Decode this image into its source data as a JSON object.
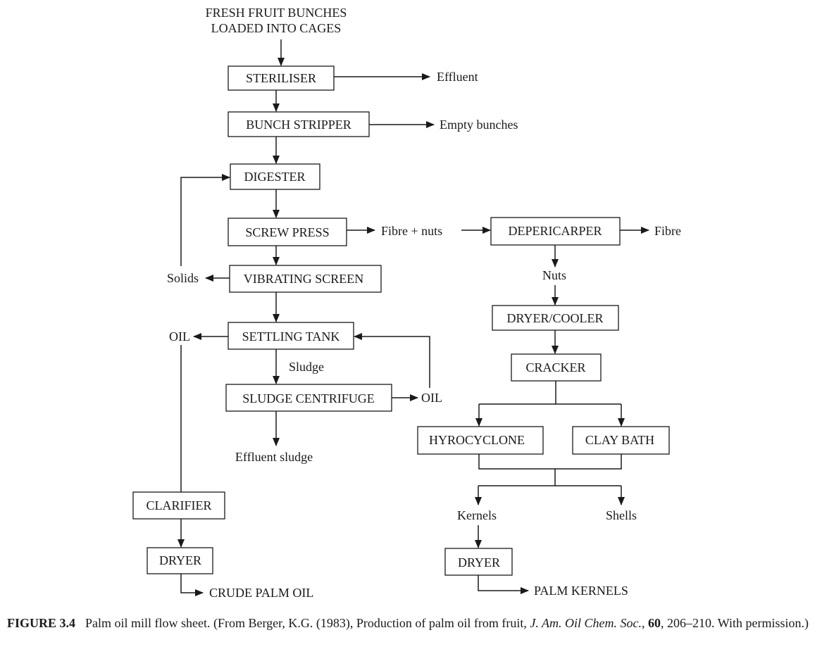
{
  "diagram": {
    "start_line1": "FRESH FRUIT BUNCHES",
    "start_line2": "LOADED INTO CAGES",
    "nodes": {
      "steriliser": "STERILISER",
      "bunch_stripper": "BUNCH STRIPPER",
      "digester": "DIGESTER",
      "screw_press": "SCREW PRESS",
      "vibrating_screen": "VIBRATING SCREEN",
      "settling_tank": "SETTLING TANK",
      "sludge_centrifuge": "SLUDGE CENTRIFUGE",
      "clarifier": "CLARIFIER",
      "dryer_oil": "DRYER",
      "depericarper": "DEPERICARPER",
      "dryer_cooler": "DRYER/COOLER",
      "cracker": "CRACKER",
      "hydrocyclone": "HYROCYCLONE",
      "clay_bath": "CLAY BATH",
      "dryer_kernel": "DRYER"
    },
    "labels": {
      "effluent": "Effluent",
      "empty_bunches": "Empty bunches",
      "fibre_nuts": "Fibre + nuts",
      "fibre": "Fibre",
      "solids": "Solids",
      "nuts": "Nuts",
      "oil_left": "OIL",
      "oil_right": "OIL",
      "sludge": "Sludge",
      "effluent_sludge": "Effluent sludge",
      "kernels": "Kernels",
      "shells": "Shells",
      "crude_palm_oil": "CRUDE PALM OIL",
      "palm_kernels": "PALM KERNELS"
    }
  },
  "caption": {
    "number": "FIGURE 3.4",
    "text_part1": "Palm oil mill flow sheet. (From Berger, K.G. (1983), Production of palm oil from fruit, ",
    "journal": "J. Am. Oil Chem. Soc.",
    "text_part2": ", ",
    "volume": "60",
    "text_part3": ", 206–210. With permission.)"
  }
}
